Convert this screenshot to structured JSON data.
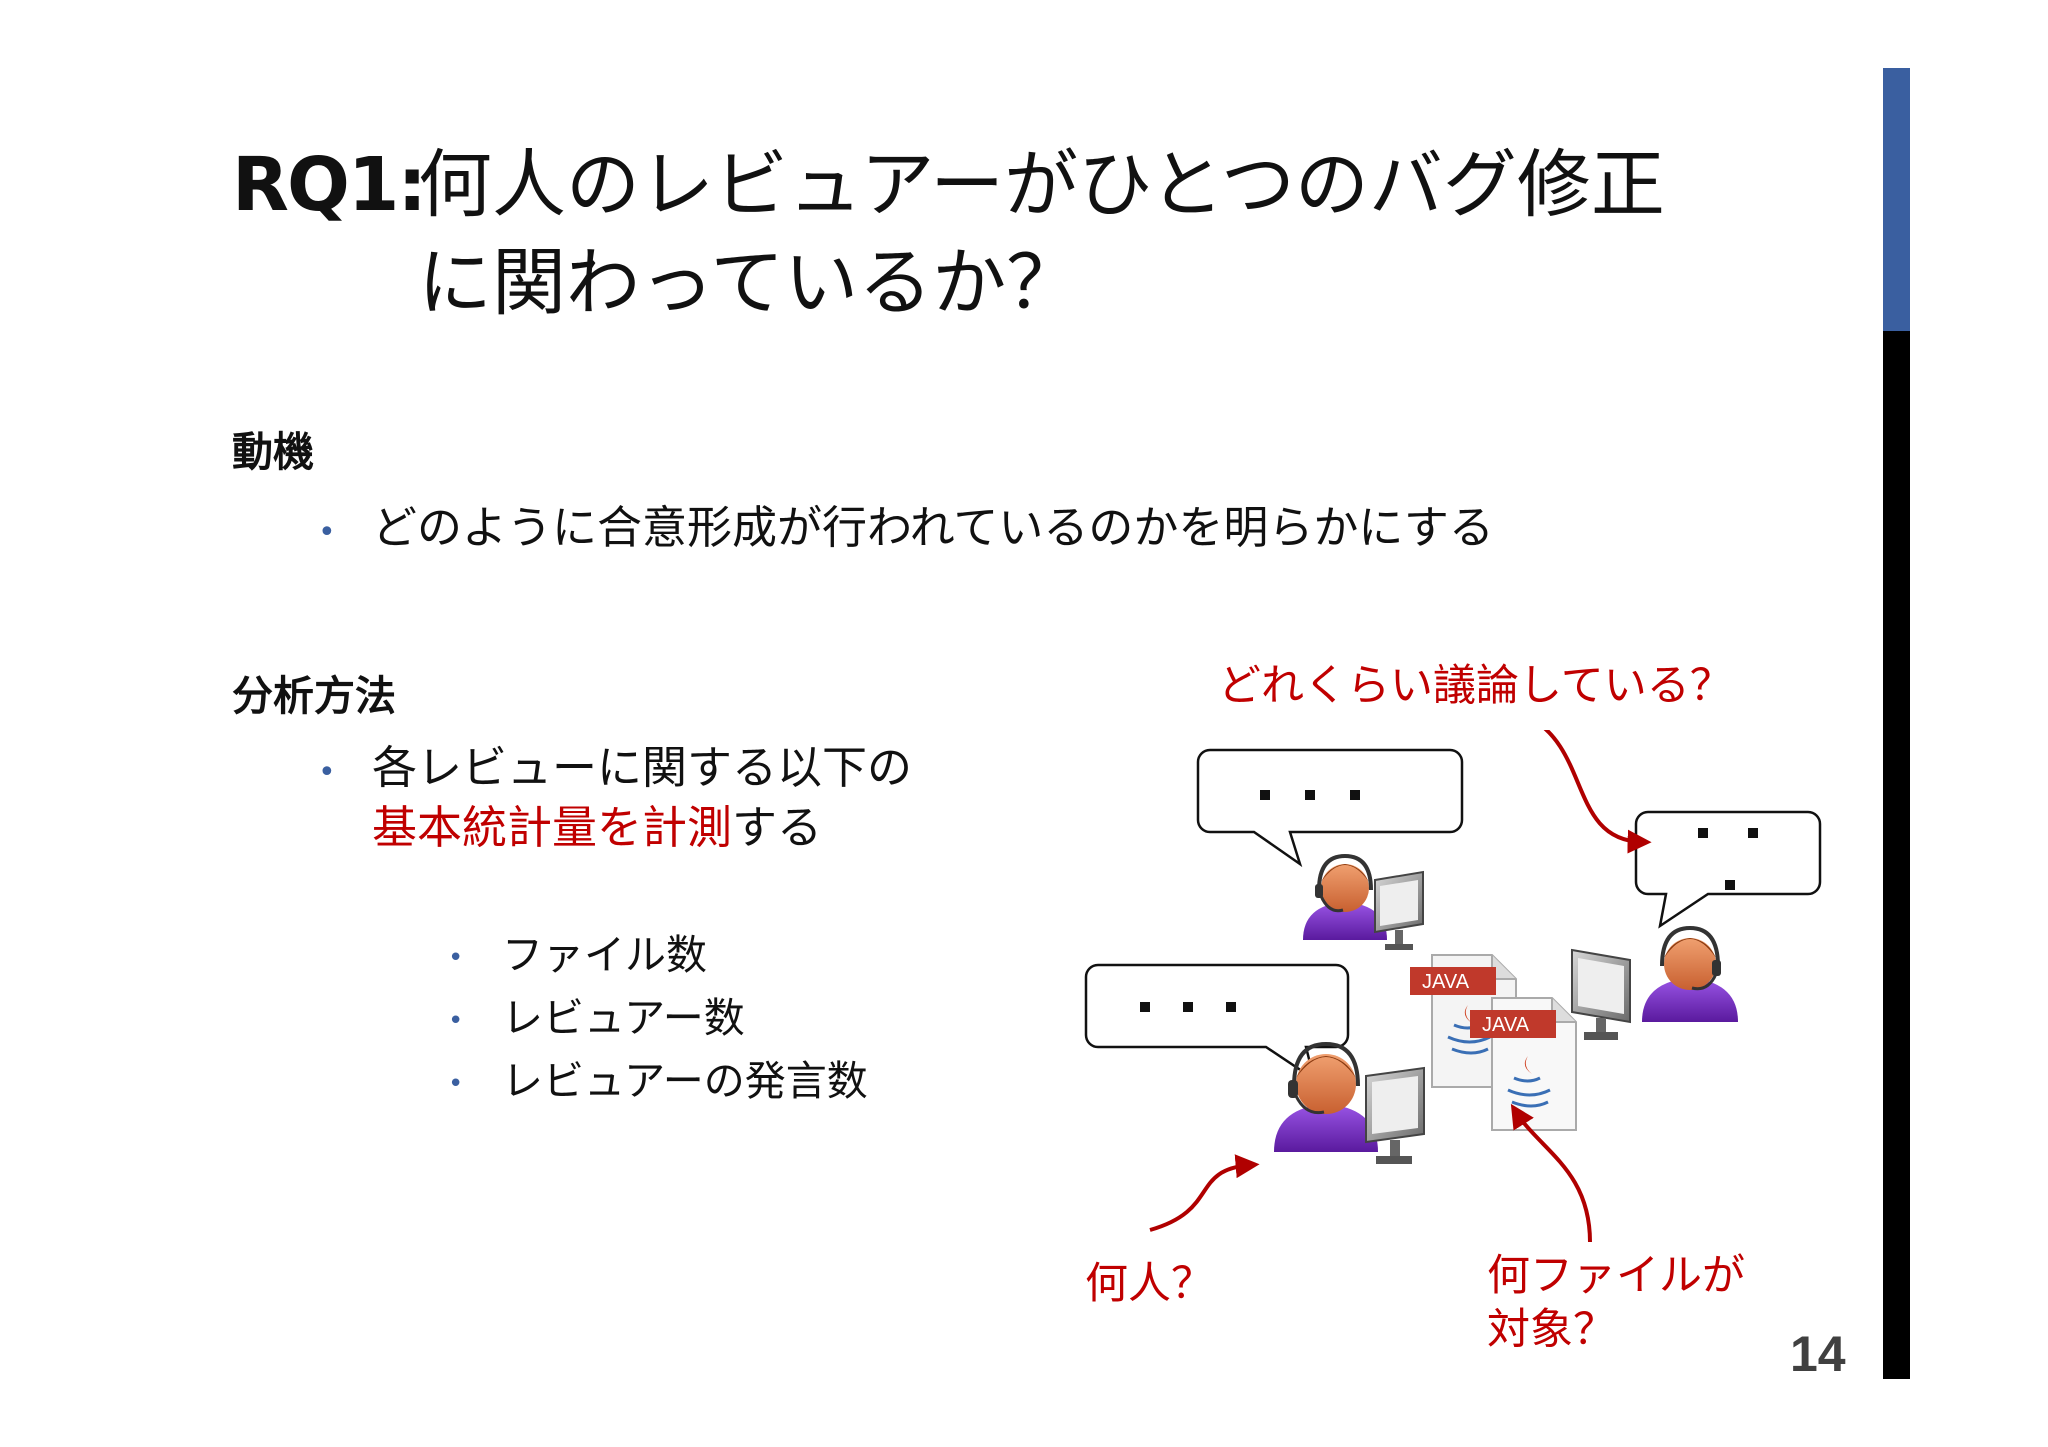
{
  "slide": {
    "title_prefix": "RQ1:",
    "title_line1": "何人のレビュアーがひとつのバグ修正",
    "title_line2": "に関わっているか？",
    "motivation": {
      "heading": "動機",
      "bullet": "どのように合意形成が行われているのかを明らかにする"
    },
    "method": {
      "heading": "分析方法",
      "bullet_line1": "各レビューに関する以下の",
      "bullet_line2_red": "基本統計量を計測",
      "bullet_line2_rest": "する",
      "sub_items": [
        "ファイル数",
        "レビュアー数",
        "レビュアーの発言数"
      ]
    },
    "figure": {
      "callout_top": "どれくらい議論している？",
      "callout_left": "何人？",
      "callout_right_line1": "何ファイルが",
      "callout_right_line2": "対象？",
      "file_label": "JAVA",
      "bubble_text": "・・・"
    },
    "page_number": "14",
    "accent_colors": {
      "blue": "#3a5fa0",
      "red": "#c00000",
      "purple": "#7a2fc9"
    }
  }
}
